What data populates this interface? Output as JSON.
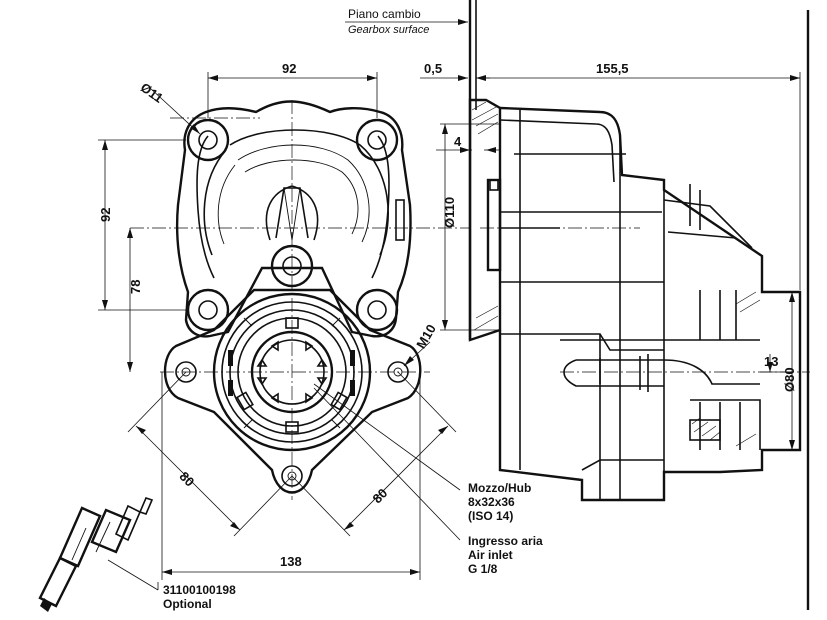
{
  "header": {
    "plane_label": "Piano cambio",
    "plane_label_en": "Gearbox surface"
  },
  "dimensions": {
    "d_hole": "Ø11",
    "top_width": "92",
    "gap": "0,5",
    "side_length": "155,5",
    "height_92": "92",
    "height_78": "78",
    "flange": "4",
    "diameter_110": "Ø110",
    "thread": "M10",
    "pcd_left": "80",
    "pcd_right": "80",
    "bottom_width": "138",
    "right_13": "13",
    "diameter_80": "Ø80"
  },
  "callouts": {
    "hub_label_1": "Mozzo/Hub",
    "hub_label_2": "8x32x36",
    "hub_label_3": "(ISO 14)",
    "air_label_1": "Ingresso aria",
    "air_label_2": "Air inlet",
    "air_label_3": "G 1/8",
    "part_number": "31100100198",
    "part_option": "Optional"
  }
}
